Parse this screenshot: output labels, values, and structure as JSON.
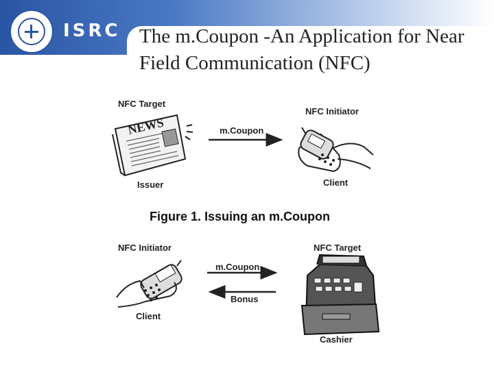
{
  "header": {
    "logo_text": "ISRC",
    "title": "The m.Coupon -An Application for Near Field Communication (NFC)"
  },
  "figure1": {
    "left_label": "NFC Target",
    "left_caption": "Issuer",
    "arrow_label": "m.Coupon",
    "right_label": "NFC Initiator",
    "right_caption": "Client",
    "newspaper_text": "NEWS",
    "caption": "Figure 1. Issuing an m.Coupon"
  },
  "figure2": {
    "left_label": "NFC Initiator",
    "left_caption": "Client",
    "arrow_top_label": "m.Coupon",
    "arrow_bottom_label": "Bonus",
    "right_label": "NFC Target",
    "right_caption": "Cashier"
  },
  "colors": {
    "banner": "#2a55a4",
    "text": "#222222"
  }
}
